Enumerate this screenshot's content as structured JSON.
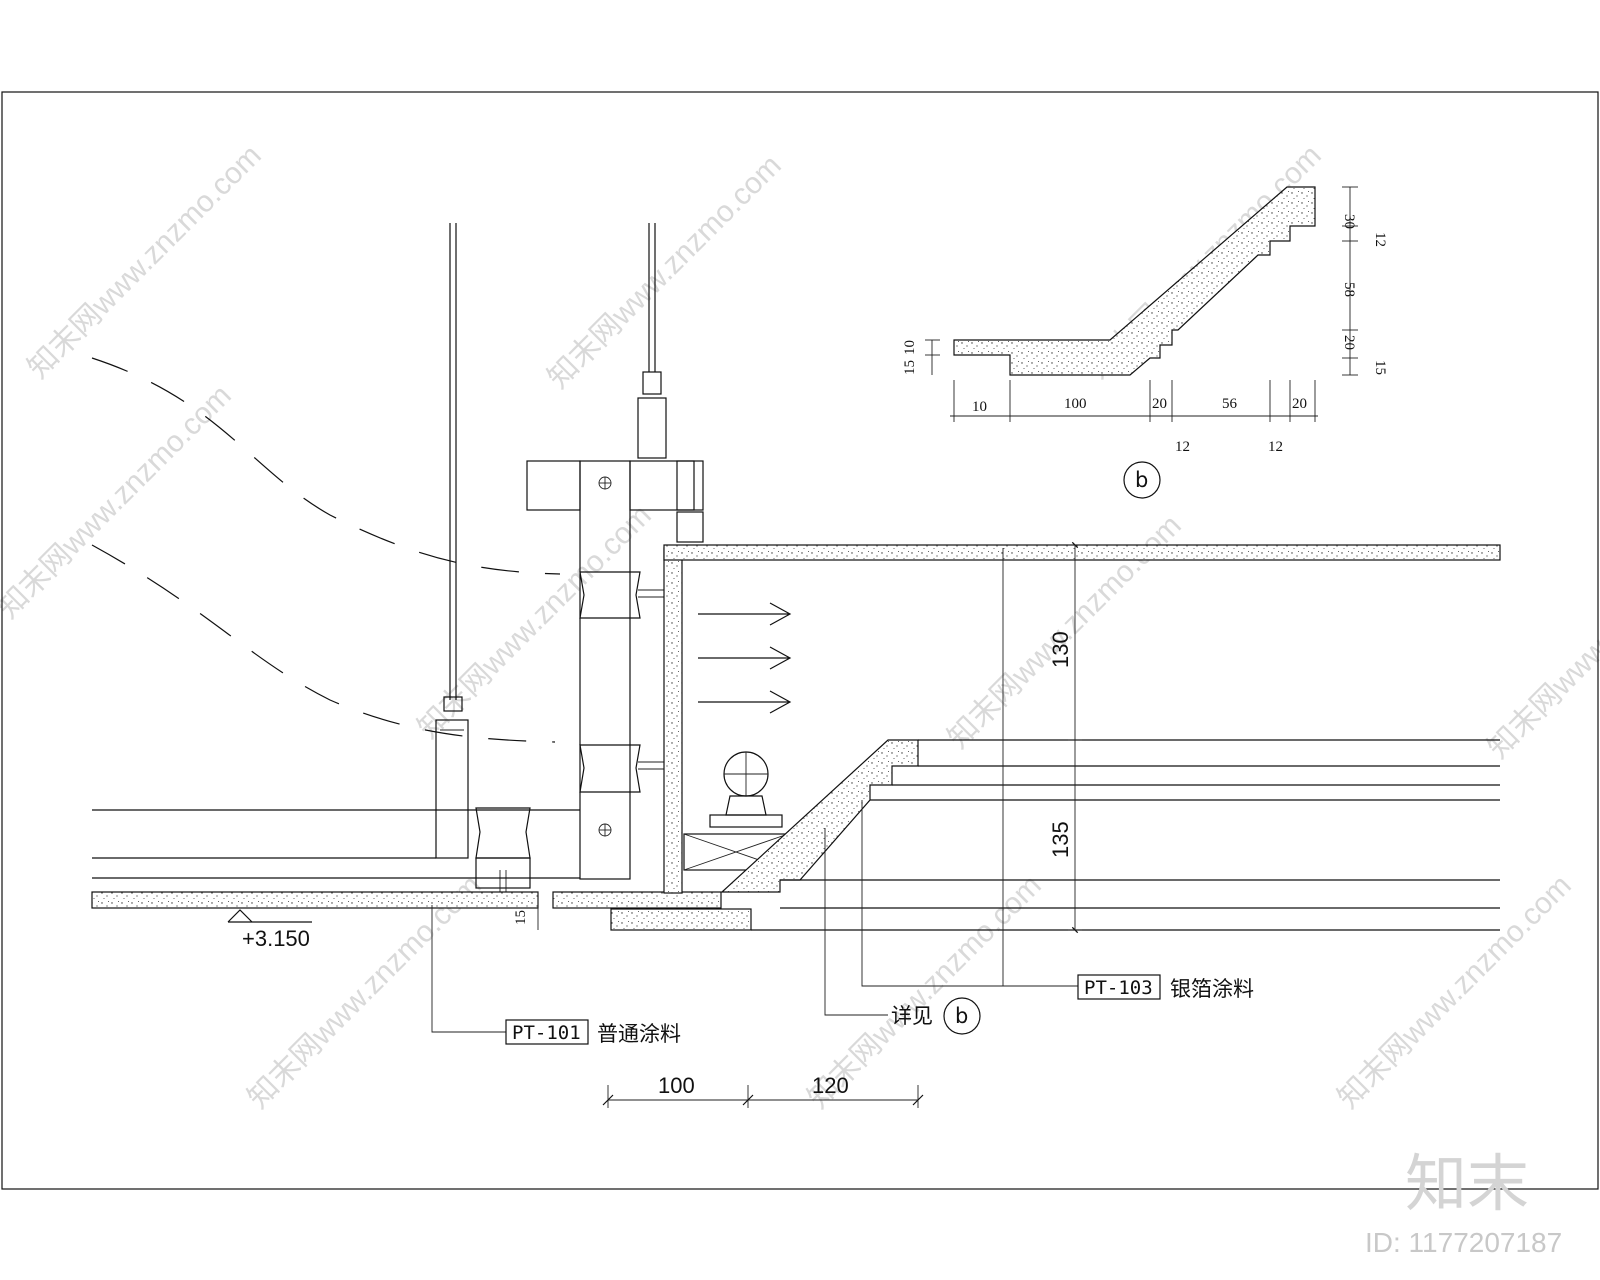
{
  "drawing": {
    "elevation_mark": "+3.150",
    "dim_bottom": [
      "100",
      "120"
    ],
    "dim_vertical": [
      "130",
      "135"
    ],
    "dim_small_left": "15",
    "callouts": {
      "pt101_code": "PT-101",
      "pt101_text": "普通涂料",
      "pt103_code": "PT-103",
      "pt103_text": "银箔涂料",
      "detail_ref_prefix": "详见",
      "detail_ref_letter": "b"
    },
    "detail_b": {
      "label": "b",
      "left_dim": [
        "15",
        "10"
      ],
      "horizontal_dims": [
        "10",
        "100",
        "20",
        "56",
        "20"
      ],
      "lower_dims": [
        "12",
        "12"
      ],
      "right_dims_outer": [
        "30",
        "58",
        "20"
      ],
      "right_dims_inner": [
        "12",
        "15"
      ]
    }
  },
  "watermark": {
    "repeated_text": "知末网www.znzmo.com",
    "brand": "知末",
    "id_text": "ID: 1177207187"
  }
}
